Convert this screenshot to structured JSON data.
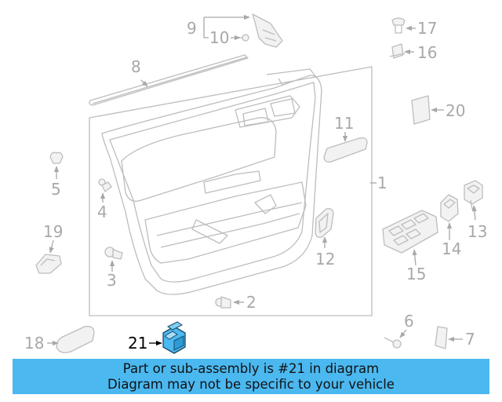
{
  "diagram": {
    "highlight_color": "#4bb8f0",
    "parts": [
      {
        "number": "1",
        "name": "door-trim-panel"
      },
      {
        "number": "2",
        "name": "clip"
      },
      {
        "number": "3",
        "name": "clip"
      },
      {
        "number": "4",
        "name": "clip"
      },
      {
        "number": "5",
        "name": "clip"
      },
      {
        "number": "6",
        "name": "screw"
      },
      {
        "number": "7",
        "name": "bracket"
      },
      {
        "number": "8",
        "name": "belt-weatherstrip"
      },
      {
        "number": "9",
        "name": "mirror-cover"
      },
      {
        "number": "10",
        "name": "fastener"
      },
      {
        "number": "11",
        "name": "pull-handle-cover"
      },
      {
        "number": "12",
        "name": "lock-switch-bezel"
      },
      {
        "number": "13",
        "name": "switch"
      },
      {
        "number": "14",
        "name": "switch"
      },
      {
        "number": "15",
        "name": "window-switch-assembly"
      },
      {
        "number": "16",
        "name": "clip"
      },
      {
        "number": "17",
        "name": "plug"
      },
      {
        "number": "18",
        "name": "reflector"
      },
      {
        "number": "19",
        "name": "courtesy-lamp"
      },
      {
        "number": "20",
        "name": "bracket"
      },
      {
        "number": "21",
        "name": "window-switch",
        "highlighted": true
      }
    ]
  },
  "banner": {
    "line1": "Part or sub-assembly is #21 in diagram",
    "line2": "Diagram may not be specific to your vehicle"
  }
}
